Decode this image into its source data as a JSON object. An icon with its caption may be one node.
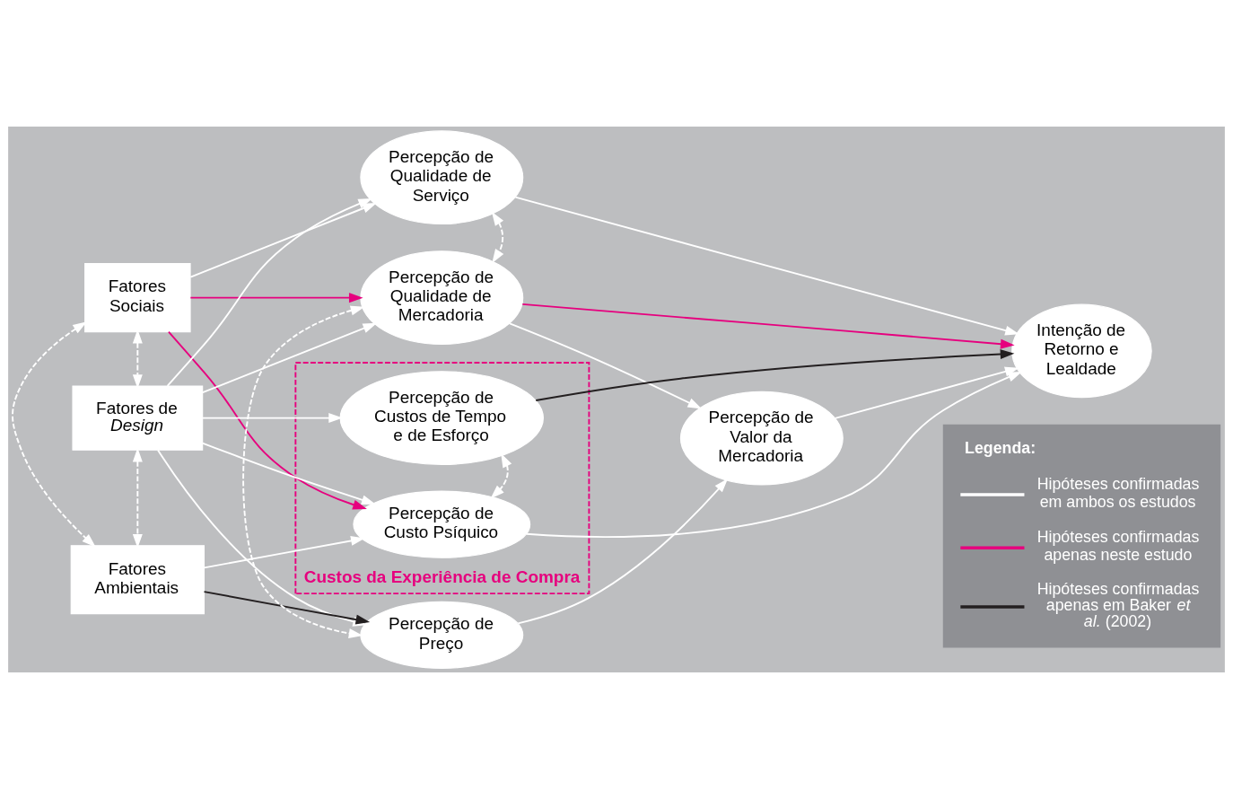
{
  "diagram": {
    "nodes": [
      {
        "text": [
          "Fatores Sociais"
        ]
      },
      {
        "text": [
          "Fatores de *Design*"
        ]
      },
      {
        "text": [
          "Fatores Ambientais"
        ]
      },
      {
        "text": [
          "Percepção de Qualidade de Serviço"
        ]
      },
      {
        "text": [
          "Percepção de Qualidade de Mercadoria"
        ]
      },
      {
        "text": [
          "Percepção de Preço"
        ]
      },
      {
        "text": [
          "Custos da Experiência de Compra"
        ]
      },
      {
        "text": [
          "Percepção de Custos de Tempo e de Esforço"
        ],
        "in": 6
      },
      {
        "text": [
          "Percepção de Custo Psíquico"
        ],
        "in": 6
      },
      {
        "text": [
          "Percepção de Valor da Mercadoria"
        ]
      },
      {
        "text": [
          "Intenção de Retorno e Lealdade"
        ]
      }
    ],
    "edges": [
      {
        "from": 0,
        "to": 1,
        "arrow": "both",
        "style": "dashed"
      },
      {
        "from": 1,
        "to": 2,
        "arrow": "both",
        "style": "dashed"
      },
      {
        "from": 0,
        "to": 2,
        "arrow": "both",
        "style": "dashed"
      },
      {
        "from": 3,
        "to": 4,
        "arrow": "both",
        "style": "dashed"
      },
      {
        "from": 4,
        "to": 5,
        "arrow": "both",
        "style": "dashed"
      },
      {
        "from": 7,
        "to": 8,
        "arrow": "both",
        "style": "dashed"
      },
      {
        "from": 0,
        "to": 3,
        "arrow": "to"
      },
      {
        "from": 0,
        "to": 4,
        "arrow": "to",
        "color": "#e6007e"
      },
      {
        "from": 0,
        "to": 8,
        "arrow": "to",
        "color": "#e6007e"
      },
      {
        "from": 1,
        "to": 3,
        "arrow": "to"
      },
      {
        "from": 1,
        "to": 4,
        "arrow": "to"
      },
      {
        "from": 1,
        "to": 5,
        "arrow": "to"
      },
      {
        "from": 1,
        "to": 7,
        "arrow": "to"
      },
      {
        "from": 1,
        "to": 8,
        "arrow": "to"
      },
      {
        "from": 2,
        "to": 5,
        "arrow": "to",
        "color": "#231f20"
      },
      {
        "from": 2,
        "to": 8,
        "arrow": "to"
      },
      {
        "from": 3,
        "to": 10,
        "arrow": "to"
      },
      {
        "from": 4,
        "to": 10,
        "arrow": "to",
        "color": "#e6007e"
      },
      {
        "from": 4,
        "to": 9,
        "arrow": "to"
      },
      {
        "from": 5,
        "to": 9,
        "arrow": "to"
      },
      {
        "from": 9,
        "to": 10,
        "arrow": "to"
      },
      {
        "from": 7,
        "to": 10,
        "arrow": "to",
        "color": "#231f20"
      },
      {
        "from": 8,
        "to": 10,
        "arrow": "to"
      }
    ],
    "labels": [
      "Legenda:"
    ],
    "legend": [
      {
        "text": "Hipóteses confirmadas em ambos os estudos",
        "color": "#ffffff"
      },
      {
        "text": "Hipóteses confirmadas apenas neste estudo",
        "color": "#e6007e"
      },
      {
        "text": "Hipóteses confirmadas apenas em Baker *et al.* (2002)",
        "color": "#231f20"
      }
    ]
  }
}
